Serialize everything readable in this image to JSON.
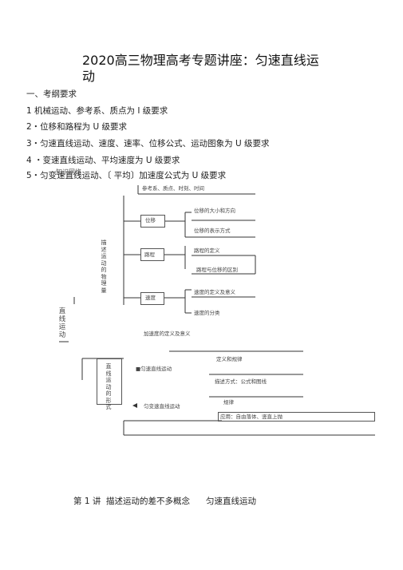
{
  "title_line1": "2020高三物理高考专题讲座：匀速直线运",
  "title_line2": "动",
  "section_heading": "一、考纲要求",
  "requirements": [
    "1 机械运动、参考系、质点为 I 级要求",
    "2・位移和路程为 U 级要求",
    "3・匀速直线运动、速度、速率、位移公式、运动图象为 U 级要求",
    "4 ・变速直线运动、平均速度为 U 级要求",
    "5・匀变速直线运动、〔 平均〕加速度公式为 U 级要求"
  ],
  "overlap_label": "知识网络",
  "diagram": {
    "top_concepts": "参考系、质点、时刻、时间",
    "describe_quantities": "描述运动的物理量",
    "displacement": "位移",
    "displacement_items": [
      "位移的大小和方向",
      "位移的表示方式"
    ],
    "distance": "路程",
    "distance_items": [
      "路程的定义",
      "路程与位移的区别"
    ],
    "velocity": "速度",
    "velocity_items": [
      "速度的定义及意义",
      "速度的分类"
    ],
    "acceleration": "加速度的定义及意义",
    "root": "直线运动",
    "forms": "直线运动的形式",
    "uniform_motion": "■匀速直线运动",
    "uniform_accel": "匀变速直线运动",
    "right_items": [
      "定义和规律",
      "描述方式：公式和图线",
      "规律",
      "应用：自由落体、竖直上抛"
    ]
  },
  "lecture_title": "第 1 讲  描述运动的差不多概念      匀速直线运动"
}
